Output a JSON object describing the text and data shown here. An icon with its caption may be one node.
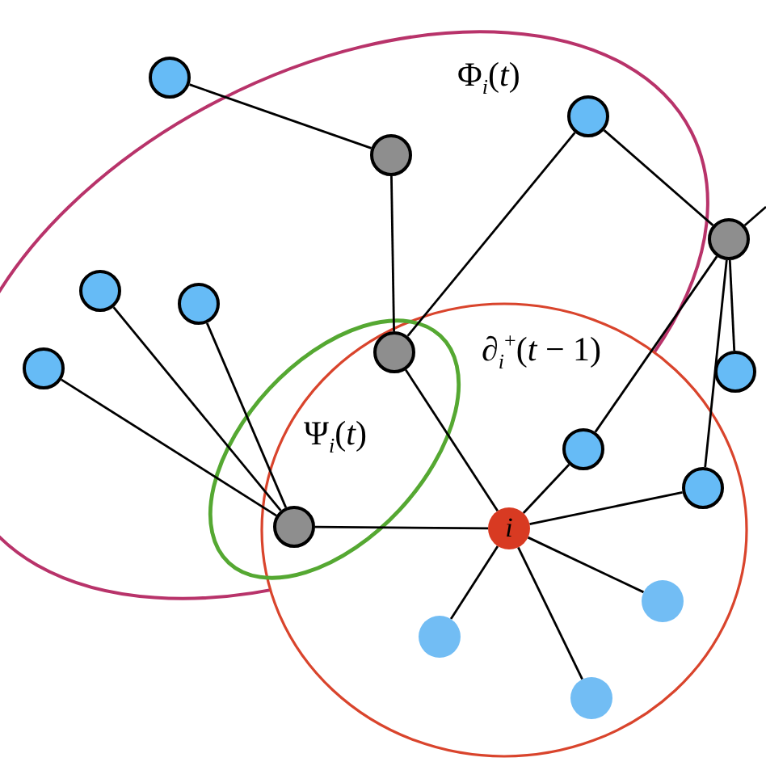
{
  "diagram": {
    "nodes": [
      {
        "text": [],
        "shape": "circle"
      },
      {
        "text": [],
        "shape": "circle"
      },
      {
        "text": [],
        "shape": "circle"
      },
      {
        "text": [],
        "shape": "circle"
      },
      {
        "text": [],
        "shape": "circle"
      },
      {
        "text": [],
        "shape": "circle"
      },
      {
        "text": [],
        "shape": "circle"
      },
      {
        "text": [],
        "shape": "circle"
      },
      {
        "text": [],
        "shape": "circle"
      },
      {
        "text": [],
        "shape": "circle"
      },
      {
        "text": [],
        "shape": "circle"
      },
      {
        "text": [],
        "shape": "circle"
      },
      {
        "text": [
          "*i*"
        ]
      },
      {
        "text": [],
        "shape": "circle"
      },
      {
        "text": [],
        "shape": "circle"
      },
      {
        "text": [],
        "shape": "circle"
      }
    ],
    "edges": [
      {
        "from": 0,
        "to": 1,
        "arrow": "none"
      },
      {
        "from": 1,
        "to": 6,
        "arrow": "none"
      },
      {
        "from": 2,
        "to": 6,
        "arrow": "none"
      },
      {
        "from": 2,
        "to": 3,
        "arrow": "none"
      },
      {
        "from": 3,
        "to": null,
        "arrow": "none"
      },
      {
        "from": 3,
        "to": 7,
        "arrow": "none"
      },
      {
        "from": 3,
        "to": 10,
        "arrow": "none"
      },
      {
        "from": 3,
        "to": 9,
        "arrow": "none"
      },
      {
        "from": 4,
        "to": 11,
        "arrow": "none"
      },
      {
        "from": 5,
        "to": 11,
        "arrow": "none"
      },
      {
        "from": 8,
        "to": 11,
        "arrow": "none"
      },
      {
        "from": 6,
        "to": 12,
        "arrow": "none"
      },
      {
        "from": 11,
        "to": 12,
        "arrow": "none"
      },
      {
        "from": 12,
        "to": 9,
        "arrow": "none"
      },
      {
        "from": 12,
        "to": 10,
        "arrow": "none"
      },
      {
        "from": 12,
        "to": 13,
        "arrow": "none"
      },
      {
        "from": 12,
        "to": 15,
        "arrow": "none"
      },
      {
        "from": 12,
        "to": 14,
        "arrow": "none"
      }
    ],
    "labels": [
      "Φ$_{i}$(*t*)",
      "∂$_{i}$$^{+}$(*t* − 1)",
      "Ψ$_{i}$(*t*)"
    ]
  }
}
